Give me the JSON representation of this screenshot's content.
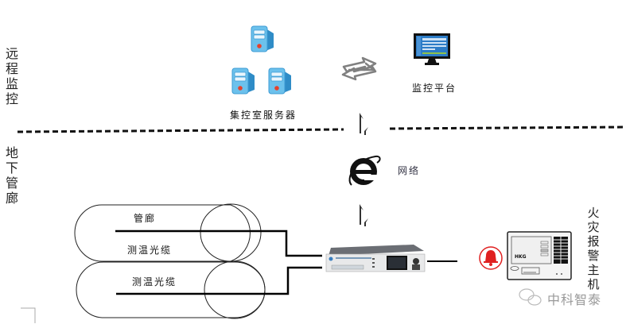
{
  "zones": {
    "remote": "远程监控",
    "underground": "地下管廊"
  },
  "nodes": {
    "servers": "集控室服务器",
    "platform": "监控平台",
    "network": "网络",
    "corridor": "管廊",
    "cable_top": "测温光缆",
    "cable_bottom": "测温光缆",
    "alarm_host": "火灾报警主机",
    "panel_brand": "HKG"
  },
  "watermark": "中科智泰",
  "colors": {
    "server_blue": "#5bb3e6",
    "server_dark": "#2f8cc7",
    "server_dot": "#e5412d",
    "alarm_red": "#e02020",
    "line": "#000000",
    "arrow_gray": "#808080"
  }
}
